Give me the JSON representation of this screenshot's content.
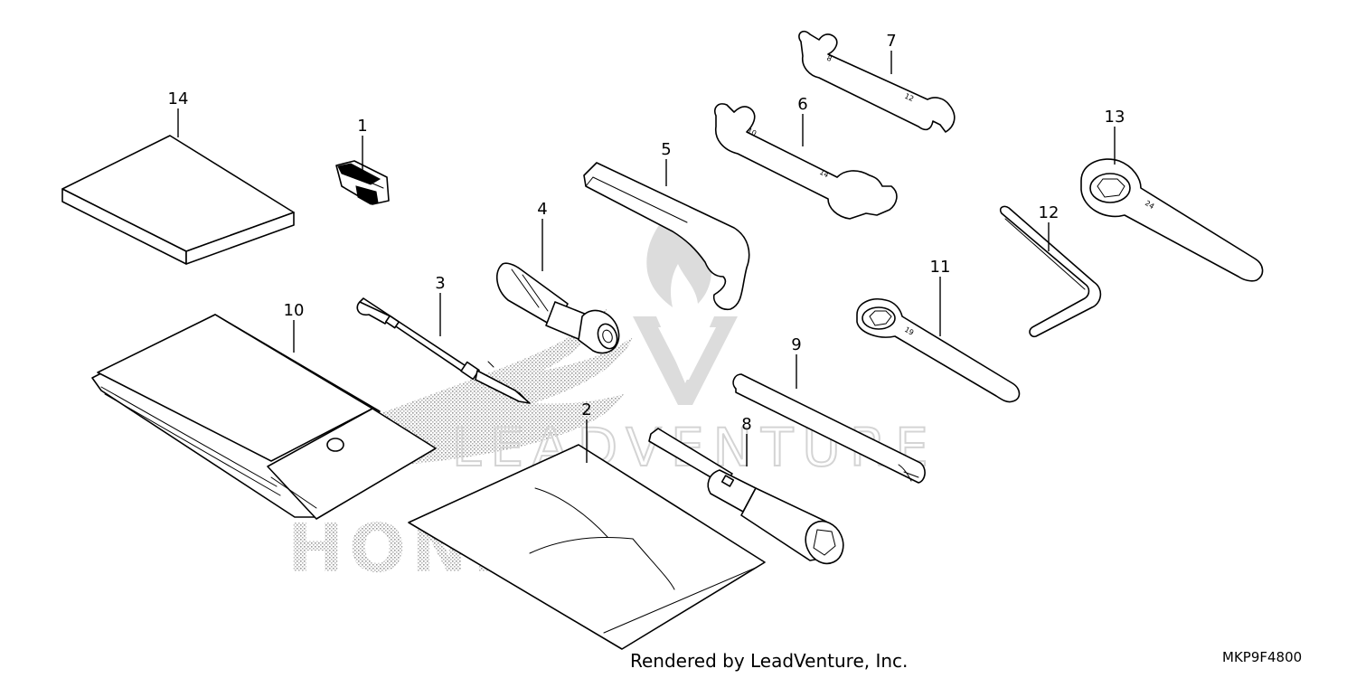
{
  "footer": {
    "rendered_by": "Rendered by LeadVenture, Inc.",
    "diagram_code": "MKP9F4800"
  },
  "watermark": {
    "brand_text": "LEADVENTURE",
    "honda_text": "HONDA"
  },
  "wrench_sizes": {
    "wrench_7_small": "8",
    "wrench_7_large": "12",
    "wrench_6_small": "10",
    "wrench_6_large": "14",
    "box_wrench_13": "24",
    "box_wrench_11": "19"
  },
  "parts": [
    {
      "number": "1"
    },
    {
      "number": "2"
    },
    {
      "number": "3"
    },
    {
      "number": "4"
    },
    {
      "number": "5"
    },
    {
      "number": "6"
    },
    {
      "number": "7"
    },
    {
      "number": "8"
    },
    {
      "number": "9"
    },
    {
      "number": "10"
    },
    {
      "number": "11"
    },
    {
      "number": "12"
    },
    {
      "number": "13"
    },
    {
      "number": "14"
    }
  ]
}
